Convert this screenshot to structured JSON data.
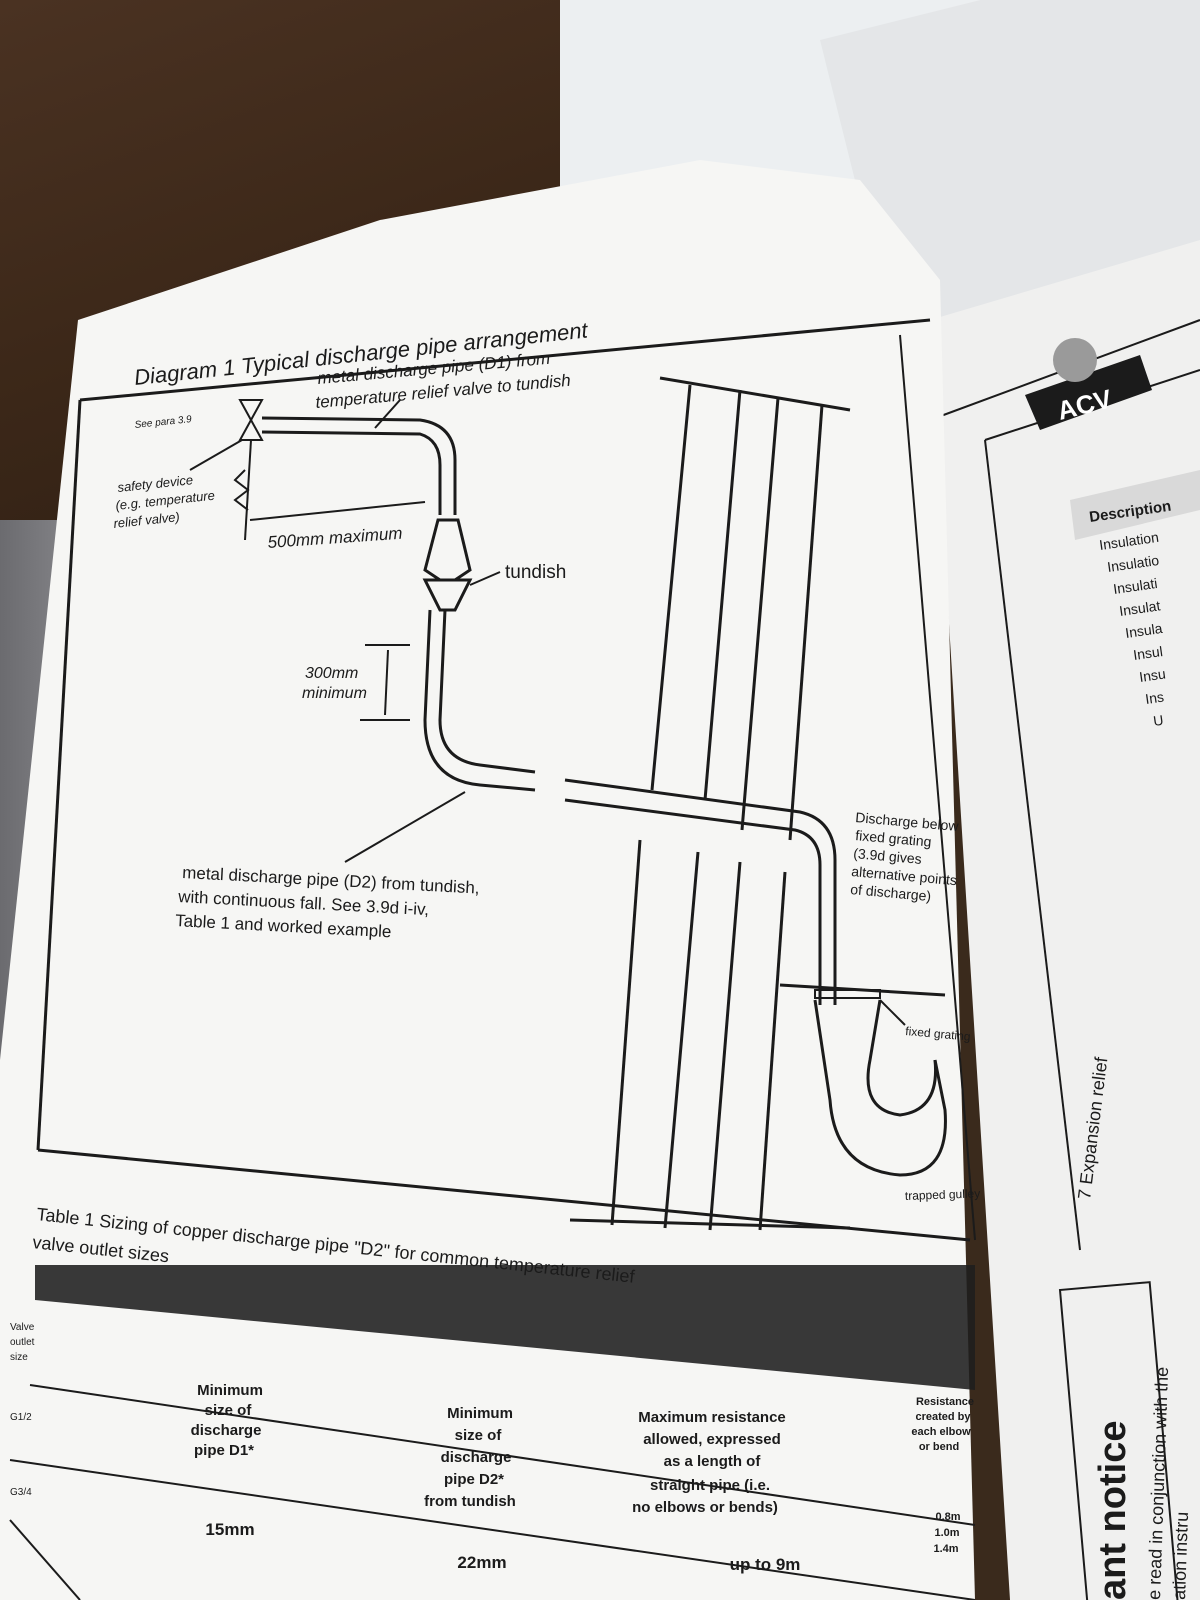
{
  "diagram": {
    "title": "Diagram 1  Typical discharge pipe arrangement",
    "see_para": "See para 3.9",
    "label_d1": [
      "metal discharge pipe (D1) from",
      "temperature relief valve to tundish"
    ],
    "label_safety": [
      "safety device",
      "(e.g. temperature",
      "relief valve)"
    ],
    "label_500": "500mm maximum",
    "label_tundish": "tundish",
    "label_300": [
      "300mm",
      "minimum"
    ],
    "label_d2": [
      "metal discharge pipe (D2) from tundish,",
      "with continuous fall. See 3.9d i-iv,",
      "Table 1 and worked example"
    ],
    "label_discharge": [
      "Discharge below",
      "fixed grating",
      "(3.9d gives",
      "alternative points",
      "of discharge)"
    ],
    "label_grating": "fixed grating",
    "label_gulley": "trapped gulley"
  },
  "table": {
    "title_line1": "Table 1  Sizing of copper discharge pipe \"D2\" for common temperature relief",
    "title_line2": "valve outlet sizes",
    "col_valve": [
      "Valve",
      "outlet",
      "size"
    ],
    "col_d1": [
      "Minimum",
      "size of",
      "discharge",
      "pipe D1*"
    ],
    "col_d2": [
      "Minimum",
      "size of",
      "discharge",
      "pipe D2*",
      "from tundish"
    ],
    "col_max": [
      "Maximum resistance",
      "allowed, expressed",
      "as a length of",
      "straight pipe (i.e.",
      "no elbows or bends)"
    ],
    "col_res": [
      "Resistance",
      "created by",
      "each elbow",
      "or bend"
    ],
    "row_valve": [
      "G1/2",
      "G3/4"
    ],
    "row_d1": "15mm",
    "row_d2": "22mm",
    "row_max": "up to 9m",
    "row_res": [
      "0.8m",
      "1.0m",
      "1.4m"
    ]
  },
  "right_page": {
    "brand": "ACV",
    "table_header": "Description",
    "items": [
      "Insulation",
      "Insulatio",
      "Insulati",
      "Insulat",
      "Insula",
      "Insul",
      "Insu",
      "Ins",
      "U"
    ],
    "section": "7  Expansion relief",
    "notice": "ant notice",
    "notice_text": [
      "e read in conjunction with the",
      "ation instru"
    ]
  }
}
